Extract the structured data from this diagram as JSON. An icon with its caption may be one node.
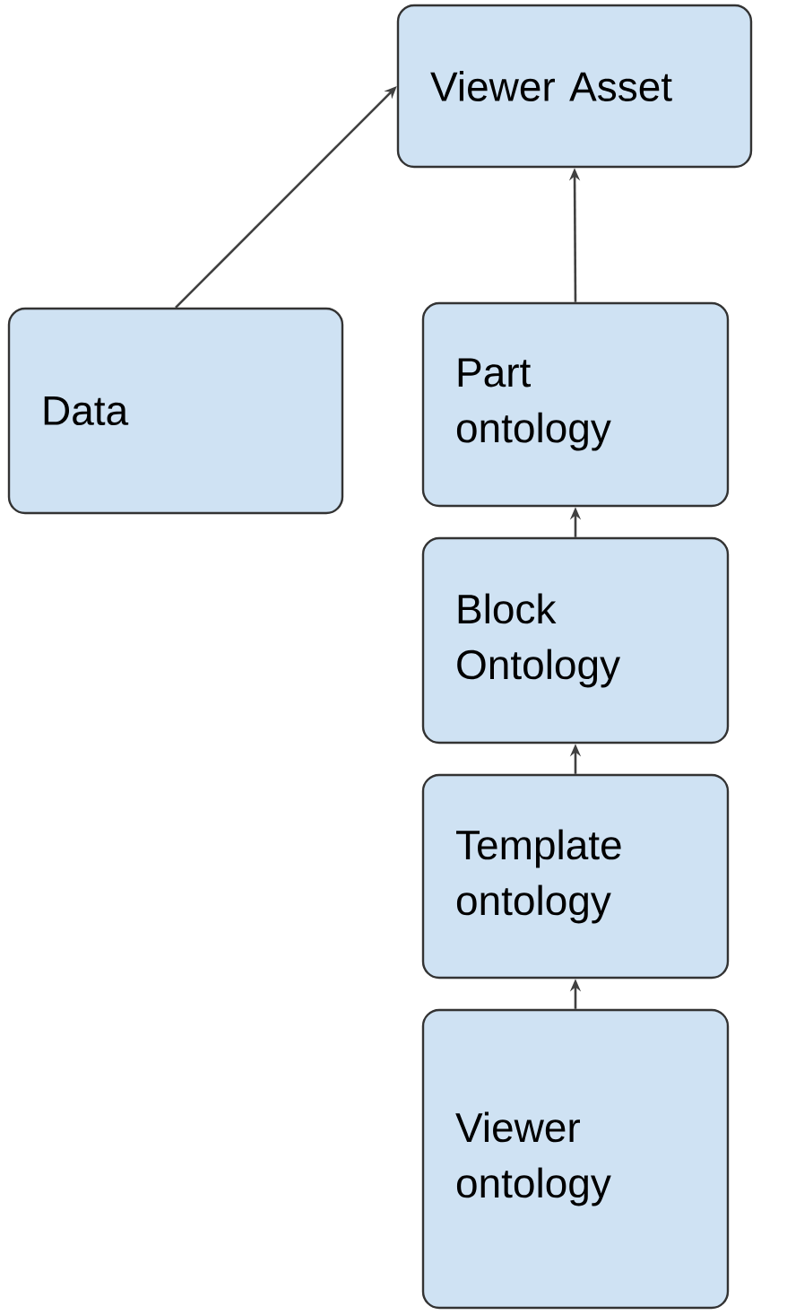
{
  "diagram": {
    "nodes": [
      {
        "text": [
          "Viewer Asset"
        ]
      },
      {
        "text": [
          "Data"
        ]
      },
      {
        "text": [
          "Part ontology"
        ]
      },
      {
        "text": [
          "Block Ontology"
        ]
      },
      {
        "text": [
          "Template ontology"
        ]
      },
      {
        "text": [
          "Viewer ontology"
        ]
      }
    ],
    "edges": [
      {
        "from": 1,
        "to": 0,
        "arrow": "to"
      },
      {
        "from": 2,
        "to": 0,
        "arrow": "to"
      },
      {
        "from": 3,
        "to": 2,
        "arrow": "to"
      },
      {
        "from": 4,
        "to": 3,
        "arrow": "to"
      },
      {
        "from": 5,
        "to": 4,
        "arrow": "to"
      }
    ]
  }
}
